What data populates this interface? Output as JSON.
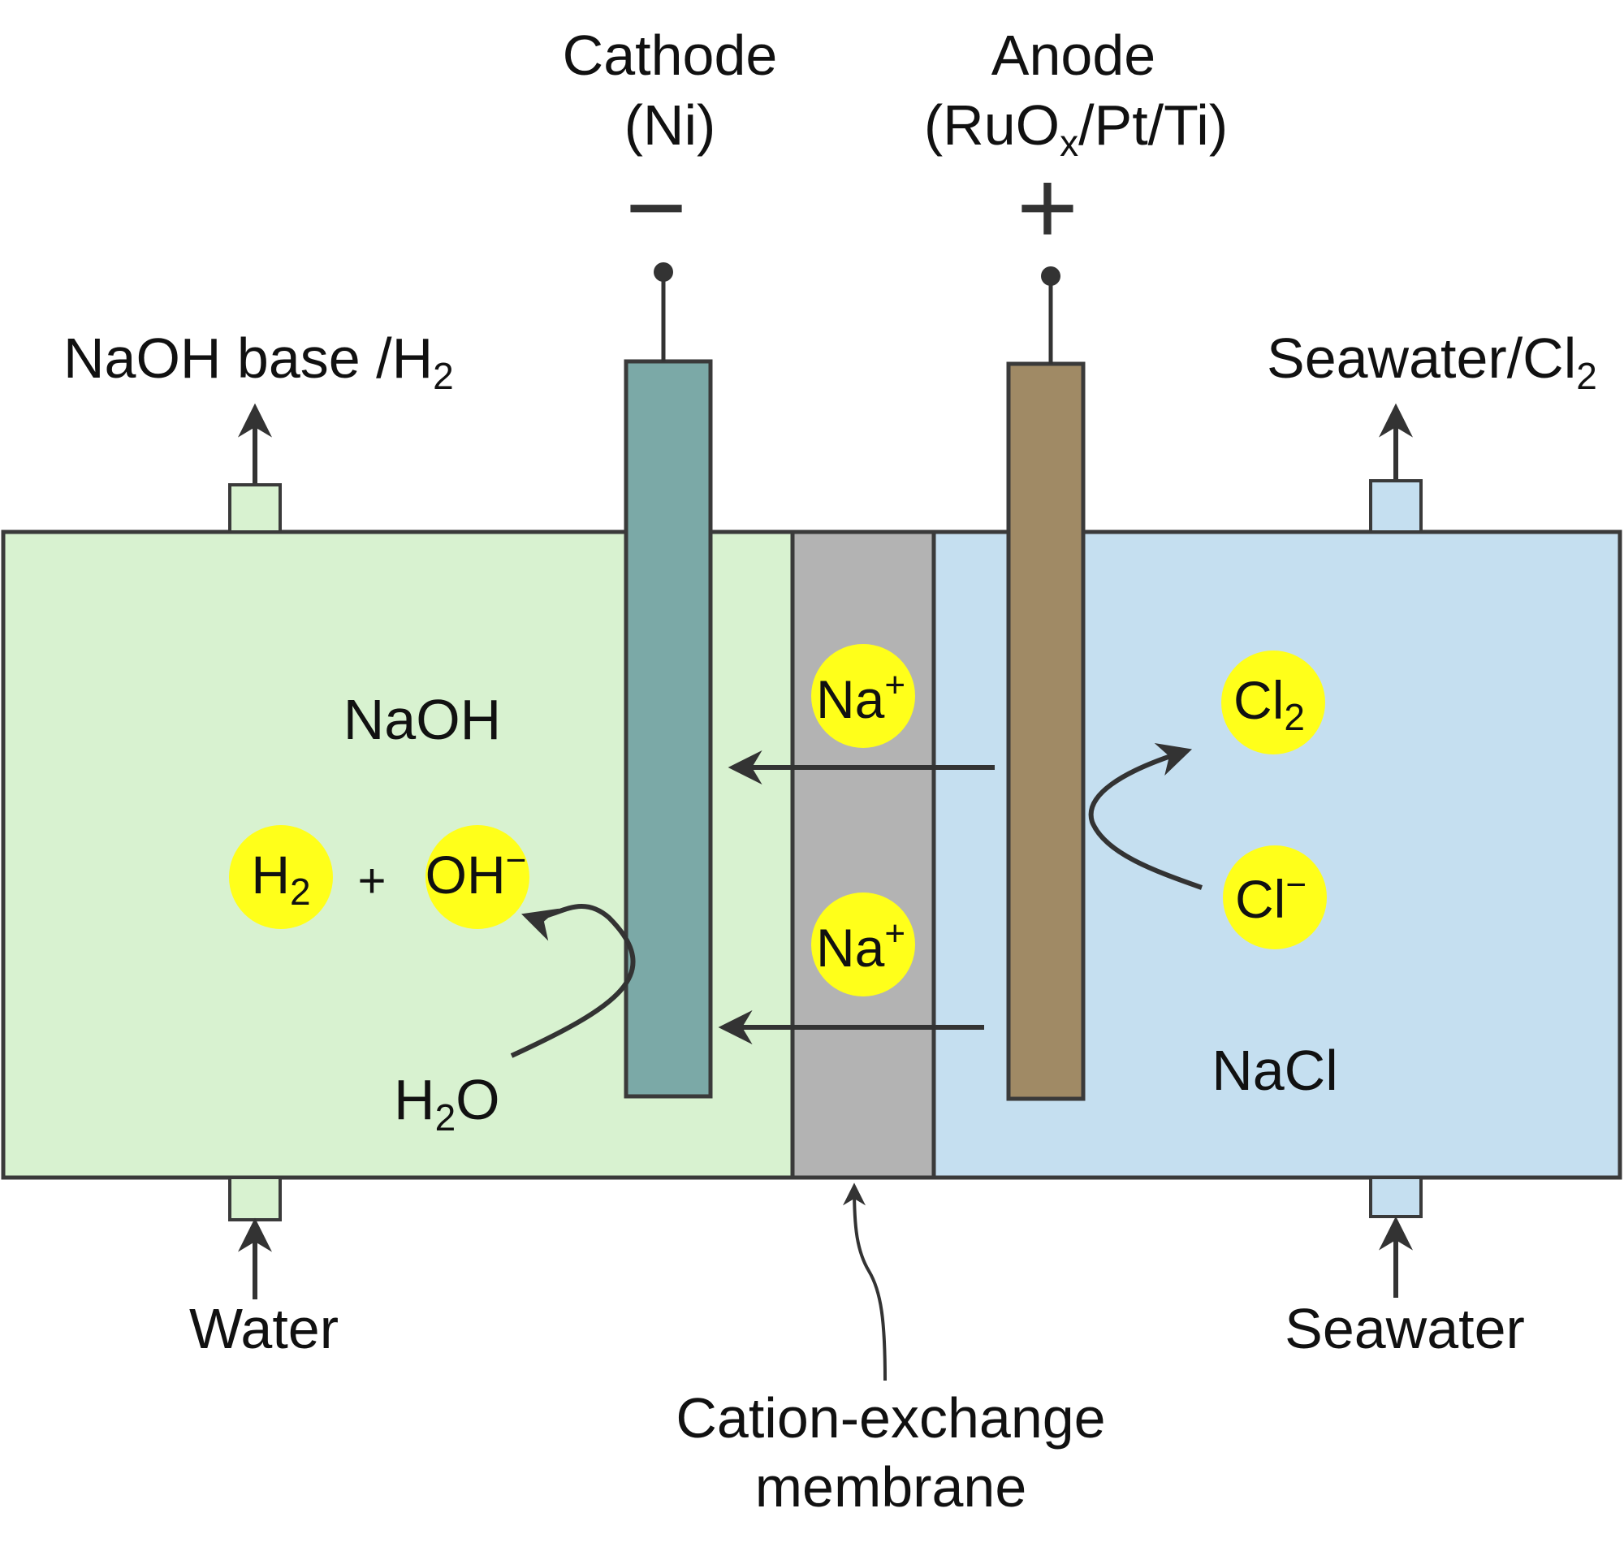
{
  "labels": {
    "cathode_title": "Cathode",
    "cathode_material": "(Ni)",
    "cathode_sign": "−",
    "anode_title": "Anode",
    "anode_material_open": "(RuO",
    "anode_material_sub": "x",
    "anode_material_close": "/Pt/Ti)",
    "anode_sign": "+",
    "outlet_left_main": "NaOH base /H",
    "outlet_left_sub": "2",
    "outlet_right_main": "Seawater/Cl",
    "outlet_right_sub": "2",
    "inlet_left": "Water",
    "inlet_right": "Seawater",
    "membrane_line1": "Cation-exchange",
    "membrane_line2": "membrane",
    "left_solution": "NaOH",
    "right_solution": "NaCl",
    "water_main": "H",
    "water_sub": "2",
    "water_end": "O",
    "plus_sign": "+"
  },
  "ions": {
    "h2_main": "H",
    "h2_sub": "2",
    "oh_main": "OH",
    "oh_sup": "−",
    "na_main": "Na",
    "na_sup": "+",
    "cl2_main": "Cl",
    "cl2_sub": "2",
    "cl_main": "Cl",
    "cl_sup": "−"
  },
  "colors": {
    "left_chamber": "#d8f2d0",
    "right_chamber": "#c5dff0",
    "membrane": "#b3b3b3",
    "cathode": "#7ba9a7",
    "anode": "#a08a65",
    "ion_bubble": "#ffff1a",
    "h2_text": "#ee1111",
    "outline": "#3a3a3a"
  }
}
